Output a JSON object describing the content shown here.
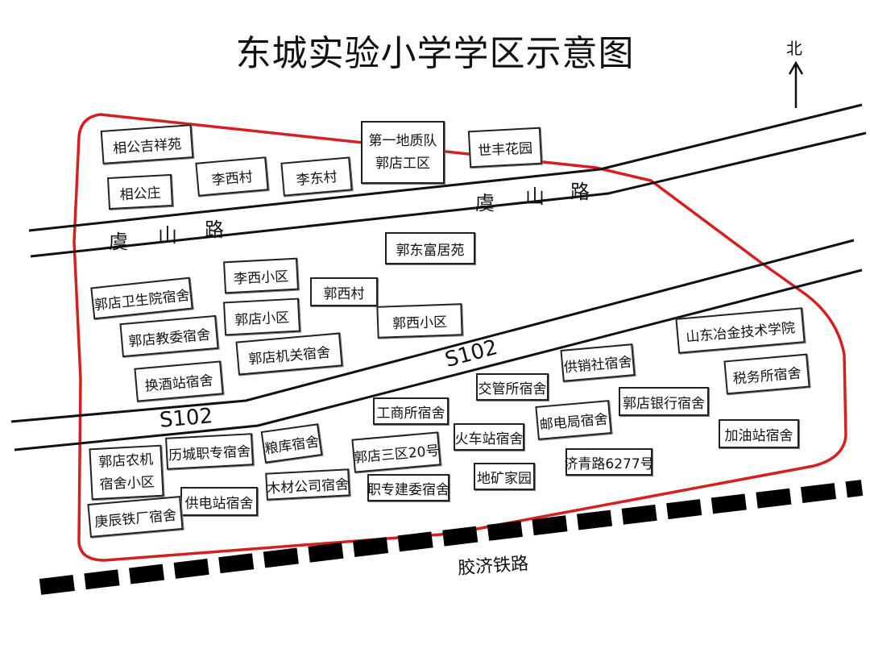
{
  "title": "东城实验小学学区示意图",
  "north_label": "北",
  "colors": {
    "boundary": "#d42020",
    "road": "#111111",
    "railway": "#000000"
  },
  "roads": {
    "yushan": {
      "chars": [
        "虞",
        "山",
        "路"
      ]
    },
    "s102": "S102"
  },
  "railway": "胶济铁路",
  "places": {
    "xianggong_jixiang": "相公吉祥苑",
    "xianggong_zhuang": "相公庄",
    "lixi_cun": "李西村",
    "lidong_cun": "李东村",
    "diyi_dizhi": [
      "第一地质队",
      "郭店工区"
    ],
    "shifeng": "世丰花园",
    "guodong_fuju": "郭东富居苑",
    "weishengyuan": "郭店卫生院宿舍",
    "lixi_xiaoqu": "李西小区",
    "guoxi_cun": "郭西村",
    "guodian_xiaoqu": "郭店小区",
    "guoxi_xiaoqu": "郭西小区",
    "jiaowei": "郭店教委宿舍",
    "jiguan": "郭店机关宿舍",
    "huanjiuzhan": "换酒站宿舍",
    "yejin": "山东冶金技术学院",
    "gongxiaoshe": "供销社宿舍",
    "jiaoguansuo": "交管所宿舍",
    "shuiwusuo": "税务所宿舍",
    "gongshangsuo": "工商所宿舍",
    "yinhang": "郭店银行宿舍",
    "youdianju": "邮电局宿舍",
    "huochezhan": "火车站宿舍",
    "jiayouzhan": "加油站宿舍",
    "sanqu": "郭店三区20号",
    "jiqinglu": "济青路6277号",
    "nongji": [
      "郭店农机",
      "宿舍小区"
    ],
    "zhizhuan": "历城职专宿舍",
    "liangku": "粮库宿舍",
    "dikuang": "地矿家园",
    "jianwei": "职专建委宿舍",
    "mucai": "木材公司宿舍",
    "gongdianzhan": "供电站宿舍",
    "gengchen": "庚辰铁厂宿舍"
  }
}
